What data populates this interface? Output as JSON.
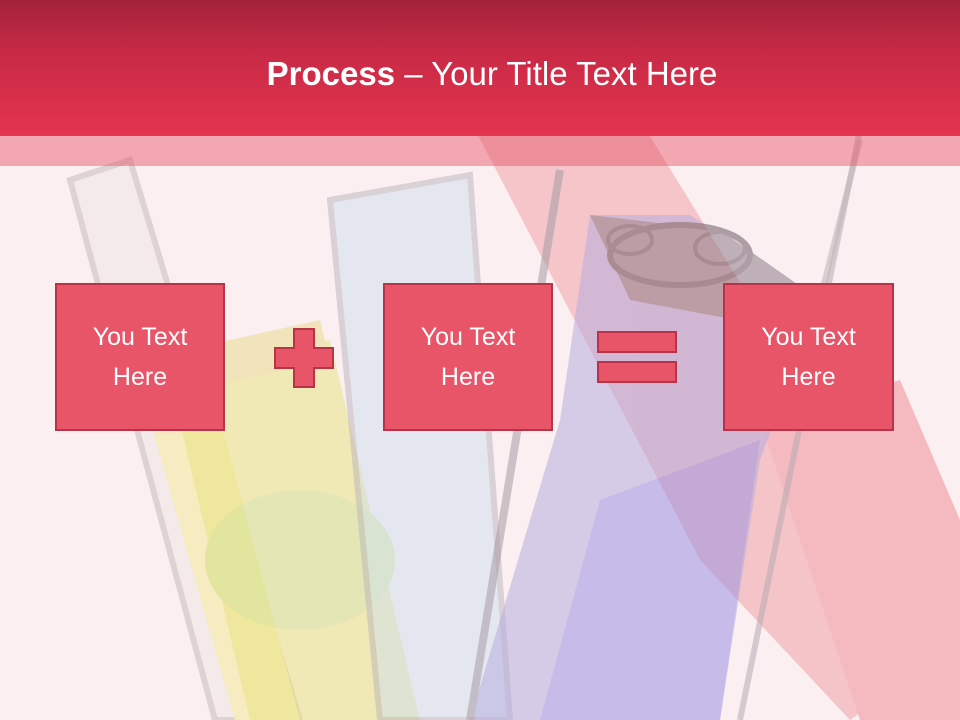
{
  "slide": {
    "title_bold": "Process",
    "title_rest": " – Your Title Text Here",
    "boxes": [
      {
        "line1": "You Text",
        "line2": "Here"
      },
      {
        "line1": "You Text",
        "line2": "Here"
      },
      {
        "line1": "You Text",
        "line2": "Here"
      }
    ],
    "operators": [
      "plus-icon",
      "equals-icon"
    ]
  },
  "colors": {
    "header": "#d42d48",
    "box_fill": "#e85468",
    "box_border": "#b83347",
    "background": "#fbeff1"
  }
}
